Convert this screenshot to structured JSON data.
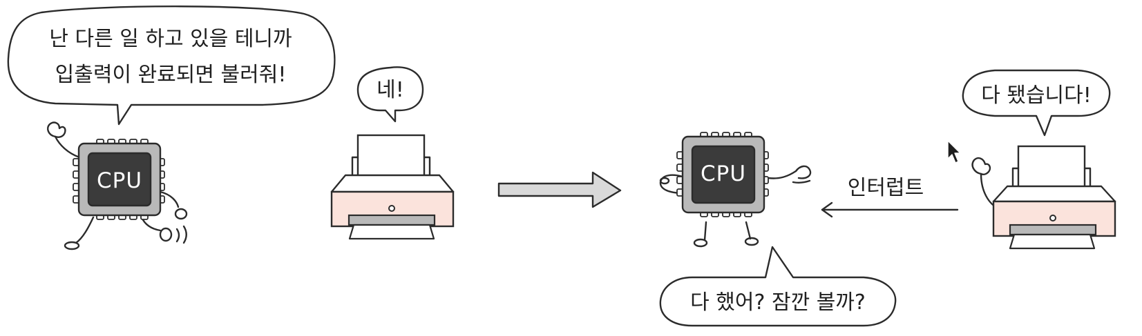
{
  "bubbles": {
    "cpu_busy_line1": "난 다른 일 하고 있을 테니까",
    "cpu_busy_line2": "입출력이 완료되면 불러줘!",
    "printer_ack": "네!",
    "printer_done": "다 됐습니다!",
    "cpu_check": "다 했어? 잠깐 볼까?"
  },
  "labels": {
    "cpu_left": "CPU",
    "cpu_right": "CPU",
    "interrupt": "인터럽트"
  },
  "icons": {
    "cpu": "cpu-chip-icon",
    "printer": "printer-icon",
    "arrow": "arrow-right-icon",
    "cursor": "mouse-cursor-icon"
  },
  "colors": {
    "cpu_outer": "#b9b9b9",
    "cpu_inner": "#3b3b3b",
    "printer_body": "#fbe3dc",
    "arrow_fill": "#d9d9d9"
  }
}
